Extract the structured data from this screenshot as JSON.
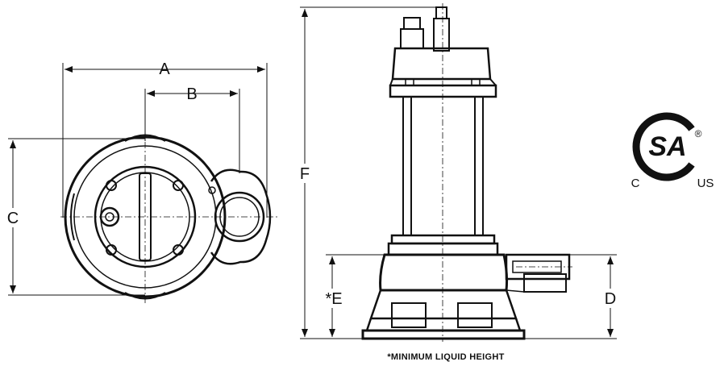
{
  "dimensions": {
    "a": "A",
    "b": "B",
    "c": "C",
    "d": "D",
    "e": "*E",
    "f": "F"
  },
  "caption": "*MINIMUM LIQUID HEIGHT",
  "certification": {
    "mark": "SA",
    "left": "C",
    "right": "US",
    "registered": "®"
  }
}
